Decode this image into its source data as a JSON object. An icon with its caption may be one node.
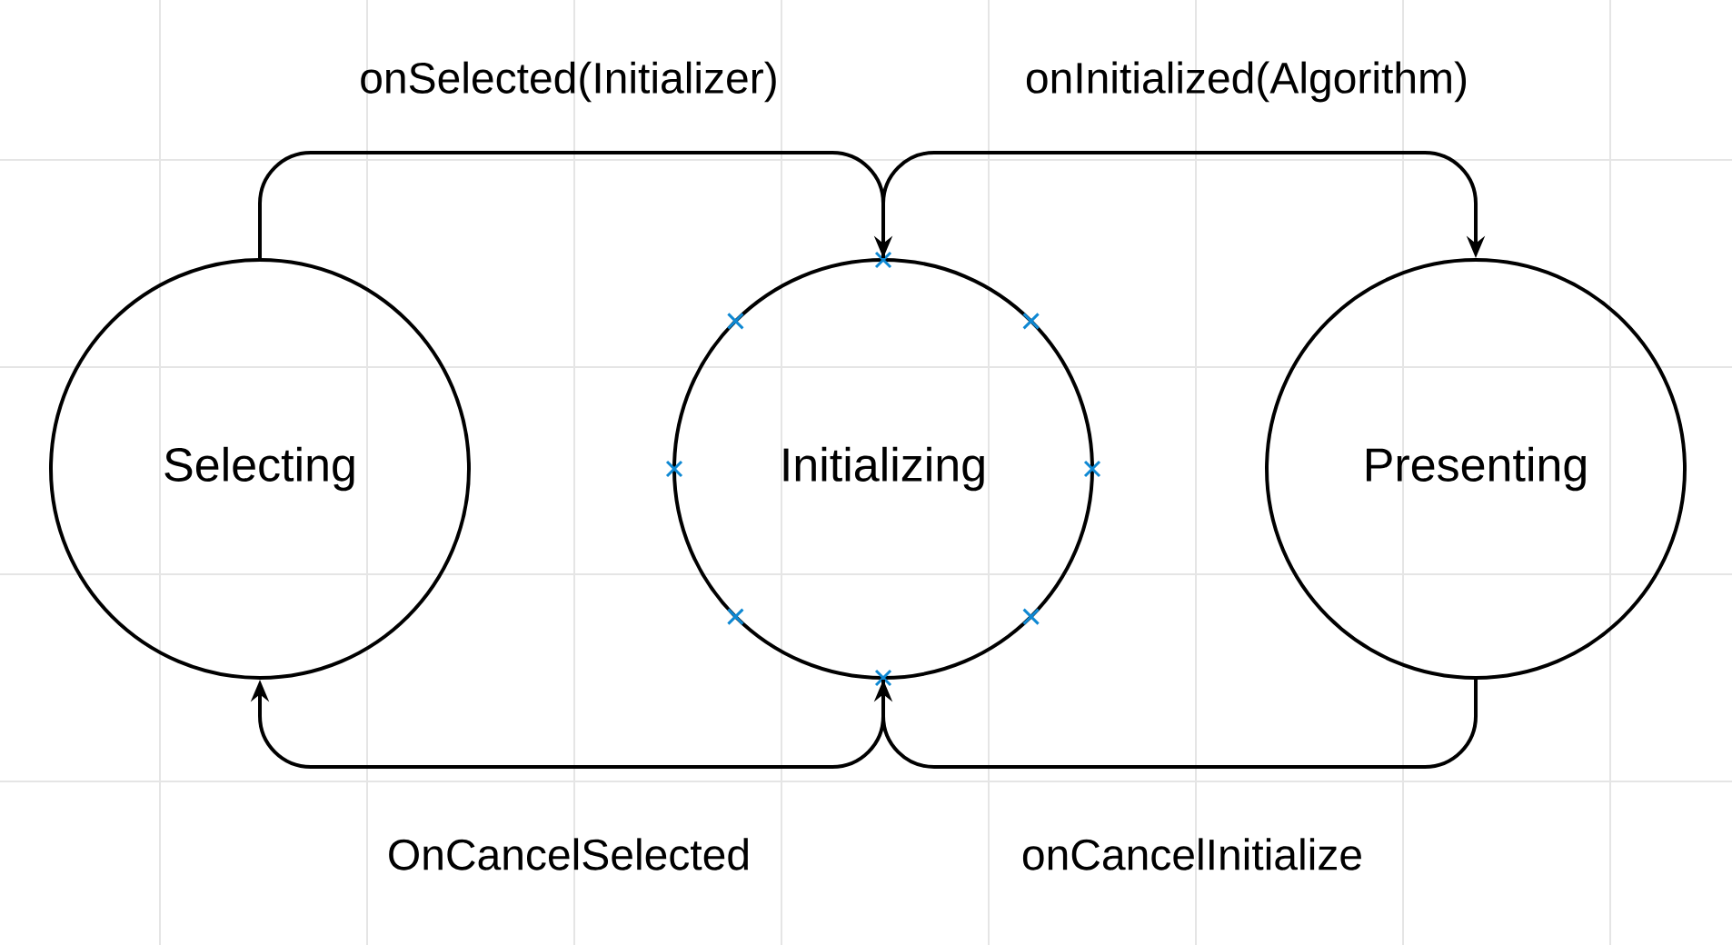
{
  "diagram": {
    "nodes": [
      {
        "text": [
          "Selecting"
        ]
      },
      {
        "text": [
          "Initializing"
        ]
      },
      {
        "text": [
          "Presenting"
        ]
      }
    ],
    "edges": [
      {
        "from": 0,
        "to": 1,
        "arrow": "to",
        "label": "onSelected(Initializer)"
      },
      {
        "from": 1,
        "to": 2,
        "arrow": "to",
        "label": "onInitialized(Algorithm)"
      },
      {
        "from": 1,
        "to": 0,
        "arrow": "to",
        "label": "OnCancelSelected"
      },
      {
        "from": 2,
        "to": 1,
        "arrow": "to",
        "label": "onCancelInitialize"
      }
    ]
  }
}
